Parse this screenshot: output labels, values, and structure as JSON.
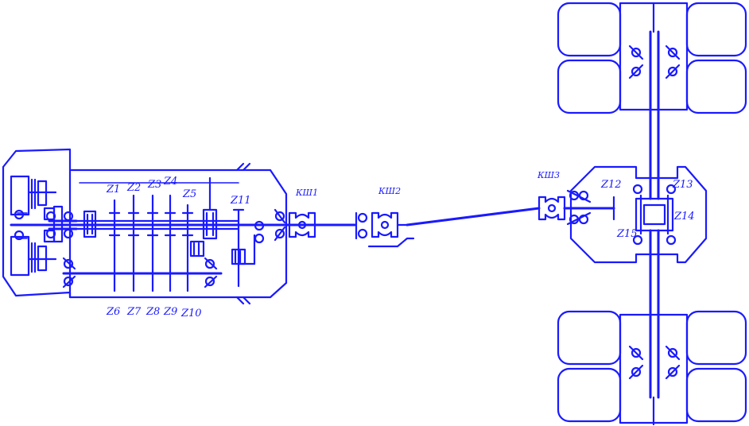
{
  "colors": {
    "line": "#1a1aff",
    "background": "#ffffff"
  },
  "labels": {
    "z1": "Z1",
    "z2": "Z2",
    "z3": "Z3",
    "z4": "Z4",
    "z5": "Z5",
    "z6": "Z6",
    "z7": "Z7",
    "z8": "Z8",
    "z9": "Z9",
    "z10": "Z10",
    "z11": "Z11",
    "z12": "Z12",
    "z13": "Z13",
    "z14": "Z14",
    "z15": "Z15",
    "ksh1": "КШ1",
    "ksh2": "КШ2",
    "ksh3": "КШ3"
  }
}
